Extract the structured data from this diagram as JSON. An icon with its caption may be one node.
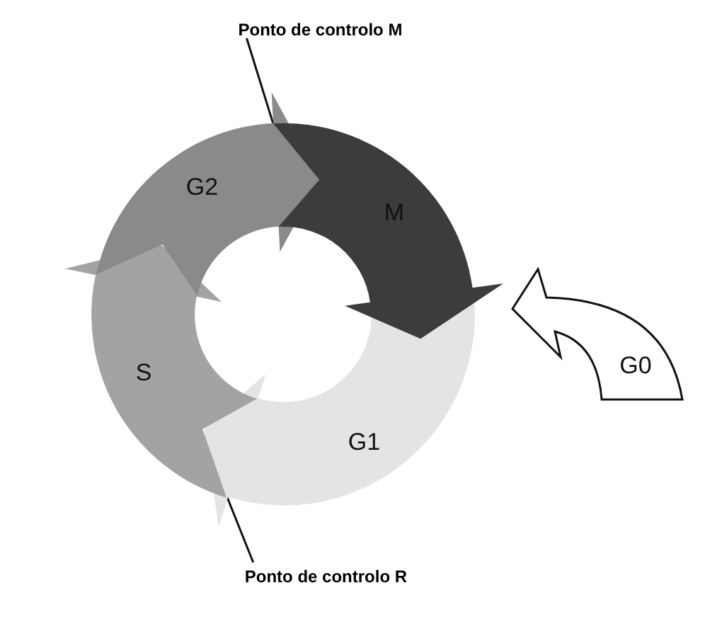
{
  "diagram": {
    "nodes": [
      {
        "text": [
          "Ponto de controlo M"
        ]
      },
      {
        "text": [
          "G2"
        ]
      },
      {
        "text": [
          "M"
        ]
      },
      {
        "text": [
          "G0"
        ]
      },
      {
        "text": [
          "S"
        ]
      },
      {
        "text": [
          "G1"
        ]
      },
      {
        "text": [
          "Ponto de controlo R"
        ]
      }
    ],
    "edges": [
      {
        "from": 0,
        "to": 1,
        "arrow": "none"
      },
      {
        "from": 6,
        "to": 5,
        "arrow": "none"
      }
    ]
  }
}
